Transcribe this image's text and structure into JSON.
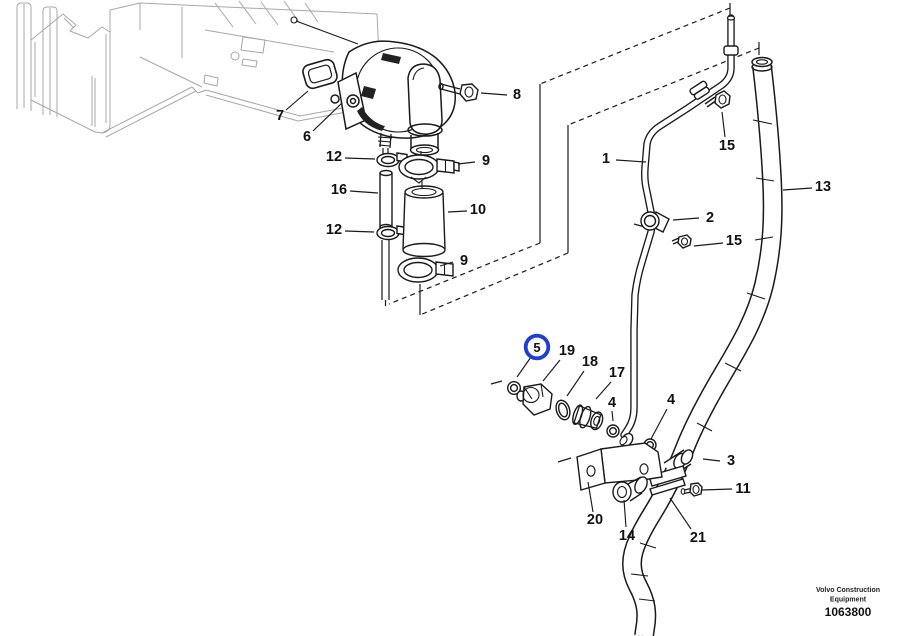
{
  "figure": {
    "footer_line1": "Volvo Construction",
    "footer_line2": "Equipment",
    "figure_number": "1063800"
  },
  "colors": {
    "line": "#1a1a1a",
    "engine_block": "#a8a8a8",
    "highlight": "#1e3fd0",
    "background": "#ffffff"
  },
  "highlighted_callout": "5",
  "callouts": {
    "c1": "1",
    "c2": "2",
    "c3": "3",
    "c4a": "4",
    "c4b": "4",
    "c5": "5",
    "c6": "6",
    "c7": "7",
    "c8": "8",
    "c9a": "9",
    "c9b": "9",
    "c10": "10",
    "c11": "11",
    "c12a": "12",
    "c12b": "12",
    "c13": "13",
    "c14": "14",
    "c15a": "15",
    "c15b": "15",
    "c16": "16",
    "c17": "17",
    "c18": "18",
    "c19": "19",
    "c20": "20",
    "c21": "21"
  }
}
